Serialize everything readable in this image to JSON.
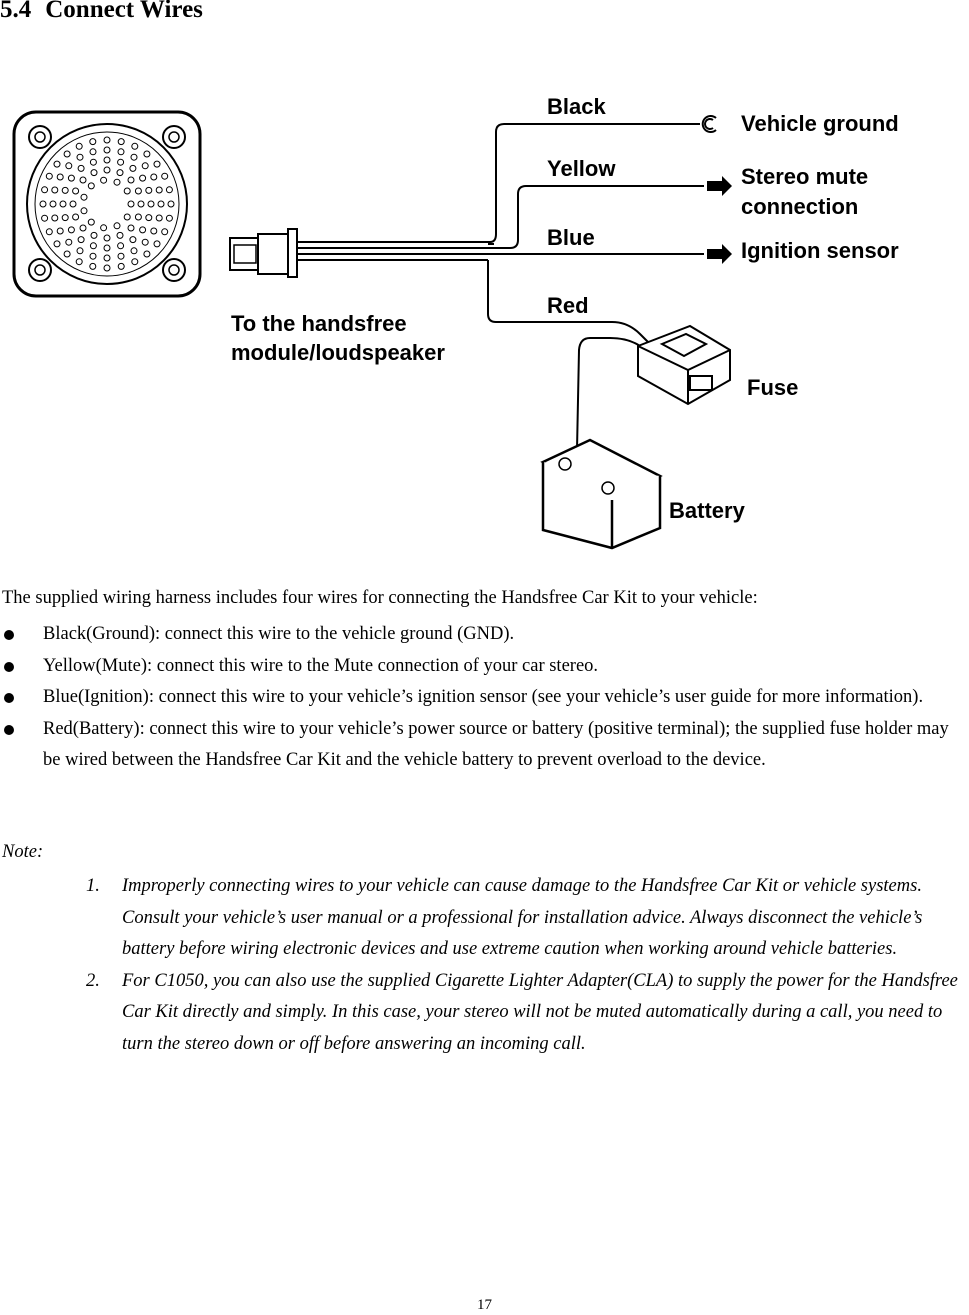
{
  "heading": {
    "number": "5.4",
    "title": "Connect Wires"
  },
  "diagram": {
    "labels": {
      "black": "Black",
      "yellow": "Yellow",
      "blue": "Blue",
      "red": "Red",
      "vehicle_ground": "Vehicle ground",
      "stereo_mute_line1": "Stereo mute",
      "stereo_mute_line2": "connection",
      "ignition_sensor": "Ignition sensor",
      "to_handsfree_line1": "To the handsfree",
      "to_handsfree_line2": "module/loudspeaker",
      "fuse": "Fuse",
      "battery": "Battery"
    },
    "icons": [
      "loudspeaker-icon",
      "connector-plug-icon",
      "ground-terminal-icon",
      "arrow-right-icon",
      "fuse-holder-icon",
      "car-battery-icon"
    ]
  },
  "intro": "The supplied wiring harness includes four wires for connecting the Handsfree Car Kit to your vehicle:",
  "bullets": [
    "Black(Ground): connect this wire to the vehicle ground (GND).",
    "Yellow(Mute): connect this wire to the Mute connection of your car stereo.",
    "Blue(Ignition): connect this wire to your vehicle’s ignition sensor (see your vehicle’s user guide for more information).",
    "Red(Battery): connect this wire to your vehicle’s power source or battery (positive terminal); the supplied fuse holder may be wired between the Handsfree Car Kit and the vehicle battery to prevent overload to the device."
  ],
  "note_label": "Note:",
  "notes": [
    {
      "num": "1.",
      "text": "Improperly connecting wires to your vehicle can cause damage to the Handsfree Car Kit or vehicle systems. Consult your vehicle’s user manual or a professional for installation advice. Always disconnect the vehicle’s battery before wiring electronic devices and use extreme caution when working around vehicle batteries."
    },
    {
      "num": "2.",
      "text": "For C1050, you can also use the supplied Cigarette Lighter Adapter(CLA) to supply the power for the Handsfree Car Kit directly and simply. In this case, your stereo will not be muted automatically during a call, you need to turn the stereo down or off before answering an incoming call."
    }
  ],
  "page_number": "17"
}
